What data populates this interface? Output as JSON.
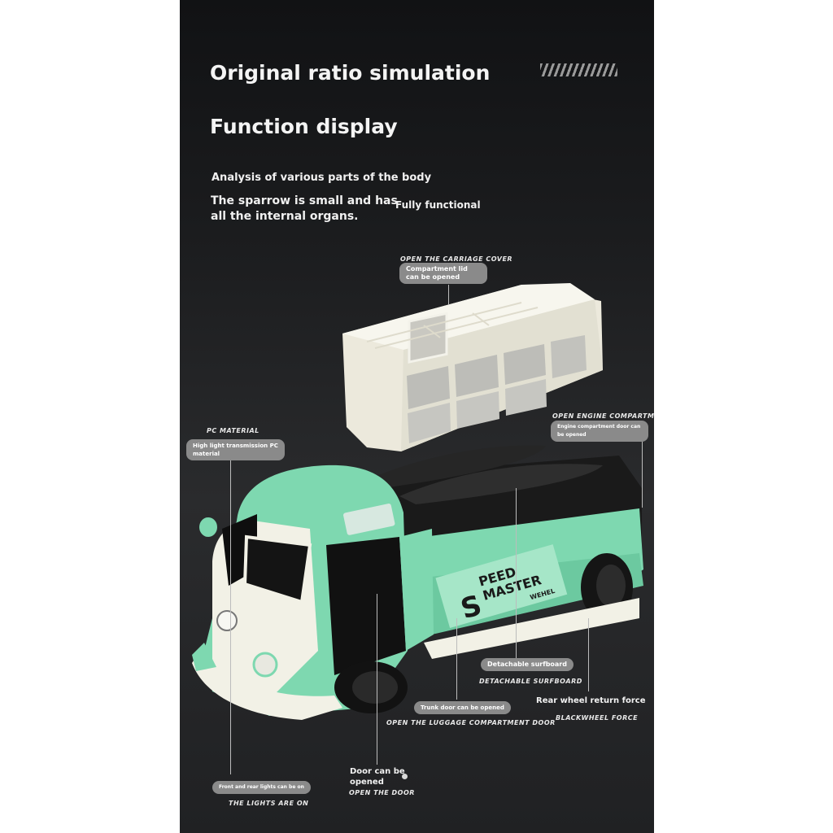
{
  "headings": {
    "title": "Original ratio simulation",
    "section": "Function display"
  },
  "intro": {
    "analysis": "Analysis of various parts of the body",
    "sparrow_line1": "The sparrow is small and has",
    "sparrow_line2": "all the internal organs.",
    "fully": "Fully functional"
  },
  "callouts": {
    "carriage_caption": "OPEN THE CARRIAGE COVER",
    "carriage_pill": "Compartment lid can be opened",
    "pc_caption": "PC MATERIAL",
    "pc_pill": "High light transmission PC material",
    "engine_caption": "OPEN ENGINE COMPARTMENT",
    "engine_pill": "Engine compartment door can be opened",
    "surf_pill": "Detachable surfboard",
    "surf_caption": "DETACHABLE SURFBOARD",
    "trunk_pill": "Trunk door can be opened",
    "trunk_caption": "OPEN THE LUGGAGE COMPARTMENT DOOR",
    "rear_label": "Rear wheel return force",
    "rear_caption": "BLACKWHEEL FORCE",
    "door_label": "Door can be opened",
    "door_caption": "OPEN THE DOOR",
    "lights_pill": "Front and rear lights can be on",
    "lights_caption": "THE LIGHTS ARE ON"
  },
  "decal": {
    "line1": "PEED",
    "line2": "MASTER",
    "big": "S",
    "small": "WEHEL"
  },
  "colors": {
    "body_mint": "#7ed8b0",
    "body_white": "#f2f1e6",
    "cover_cream": "#efeee2",
    "wheel_black": "#151515"
  }
}
